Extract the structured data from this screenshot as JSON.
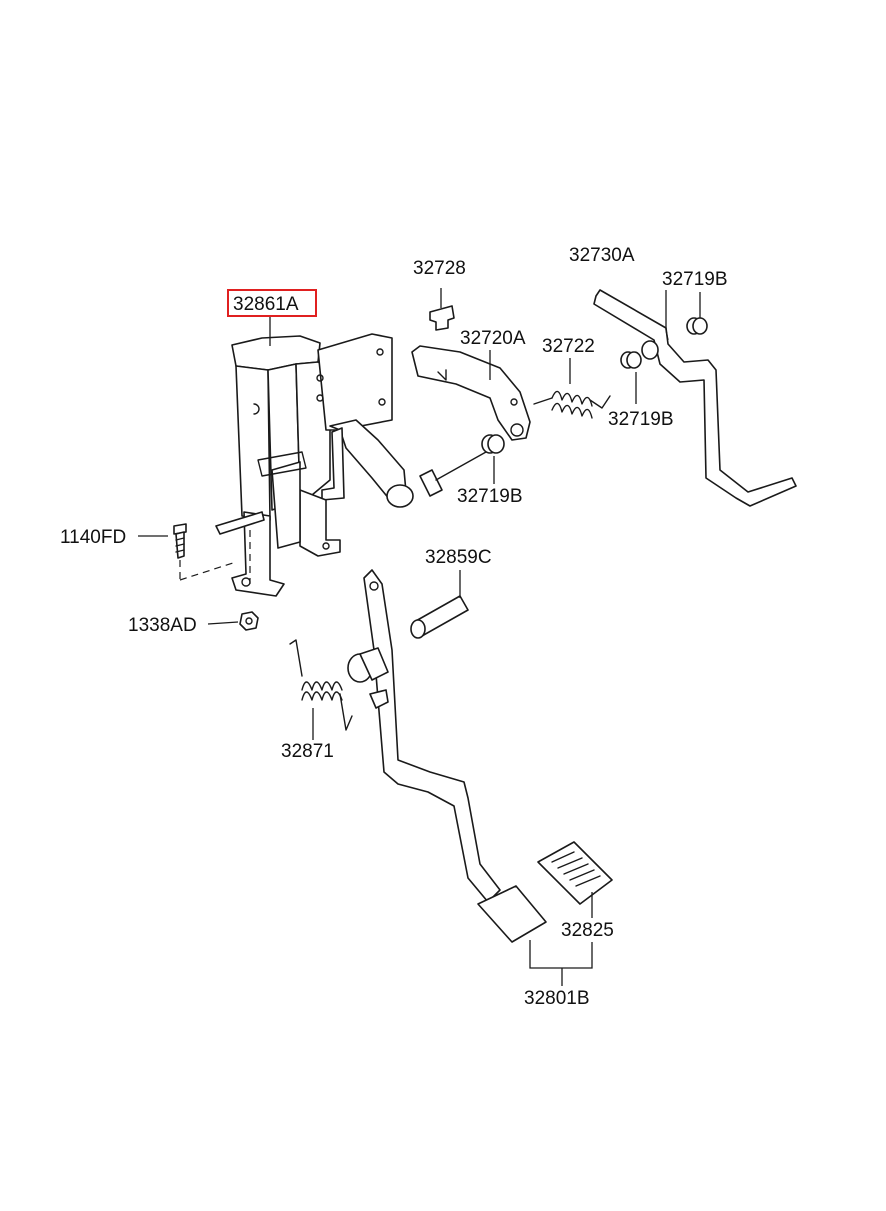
{
  "colors": {
    "line": "#1a1a1a",
    "highlight": "#e02020",
    "background": "#ffffff"
  },
  "highlighted_part": "32861A",
  "labels": {
    "p32861A": "32861A",
    "p32728": "32728",
    "p32720A": "32720A",
    "p32722": "32722",
    "p32730A": "32730A",
    "p32719B_top": "32719B",
    "p32719B_mid": "32719B",
    "p32719B_low": "32719B",
    "p1140FD": "1140FD",
    "p1338AD": "1338AD",
    "p32859C": "32859C",
    "p32871": "32871",
    "p32825": "32825",
    "p32801B": "32801B"
  }
}
